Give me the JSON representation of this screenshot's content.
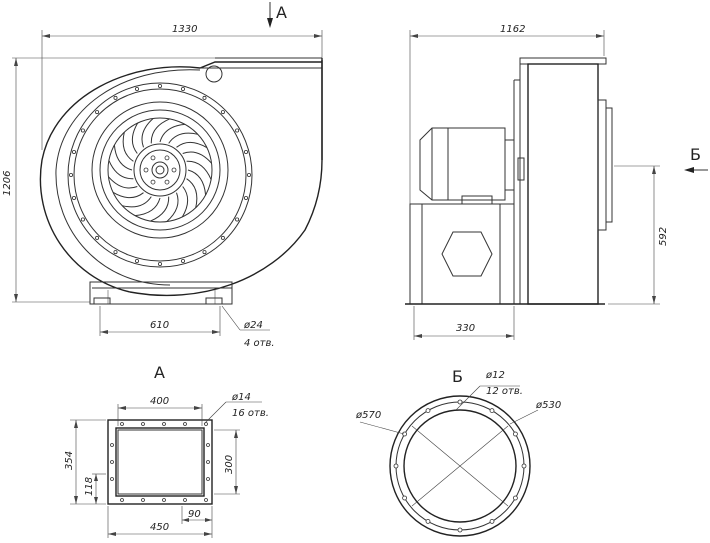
{
  "views": {
    "front": {
      "dim_width": "1330",
      "dim_height": "1206",
      "dim_base": "610",
      "holes_dia": "ø24",
      "holes_count": "4 отв."
    },
    "side": {
      "dim_width": "1162",
      "dim_base": "330",
      "dim_outlet_height": "592"
    },
    "markers": {
      "view_a": "А",
      "view_b": "Б"
    },
    "flange_a": {
      "title": "А",
      "dim_inner_width": "400",
      "dim_outer_width": "450",
      "dim_inner_height": "300",
      "dim_outer_height": "354",
      "dim_offset_118": "118",
      "dim_offset_90": "90",
      "holes_dia": "ø14",
      "holes_count": "16 отв."
    },
    "flange_b": {
      "title": "Б",
      "dim_outer": "ø570",
      "dim_bolt_circle": "ø530",
      "holes_dia": "ø12",
      "holes_count": "12 отв."
    }
  }
}
